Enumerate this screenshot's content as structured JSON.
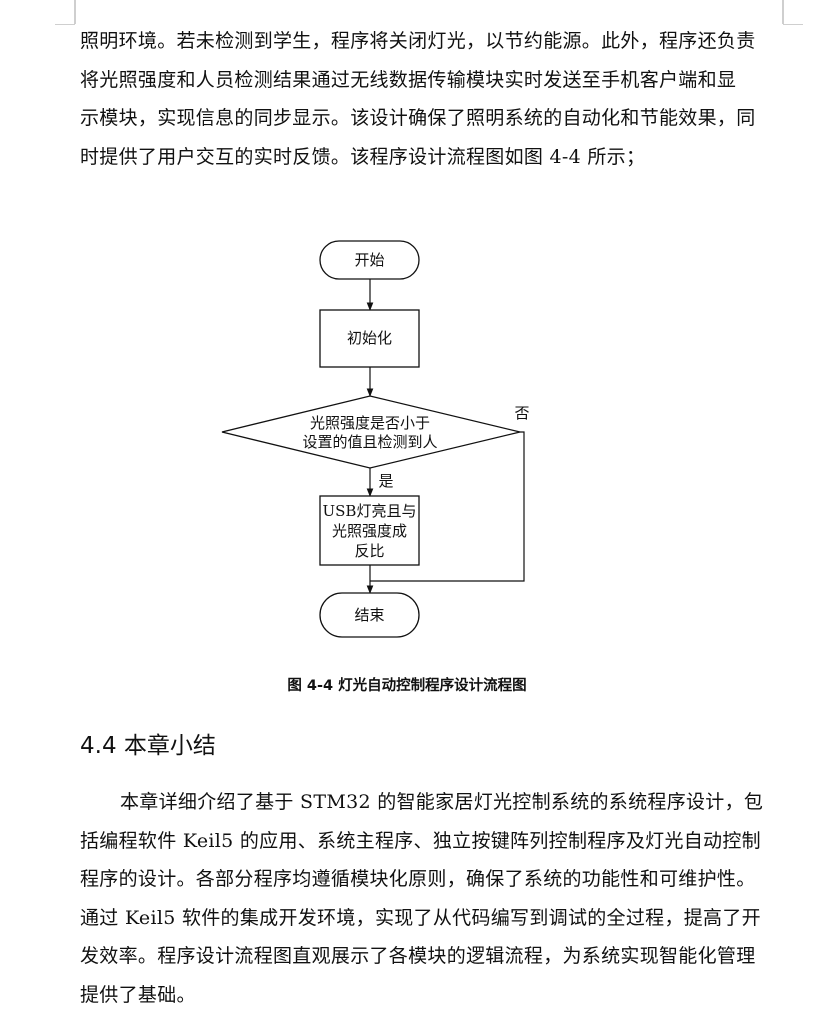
{
  "paragraph_1": [
    "照明环境。若未检测到学生，程序将关闭灯光，以节约能源。此外，程序还负责",
    "将光照强度和人员检测结果通过无线数据传输模块实时发送至手机客户端和显",
    "示模块，实现信息的同步显示。该设计确保了照明系统的自动化和节能效果，同",
    "时提供了用户交互的实时反馈。该程序设计流程图如图 4-4 所示；"
  ],
  "flowchart": {
    "start": "开始",
    "init": "初始化",
    "decision_lines": [
      "光照强度是否小于",
      "设置的值且检测到人"
    ],
    "no_label": "否",
    "yes_label": "是",
    "action_lines": [
      "USB灯亮且与",
      "光照强度成",
      "反比"
    ],
    "end": "结束"
  },
  "figure_caption": "图 4-4  灯光自动控制程序设计流程图",
  "section_heading": "4.4 本章小结",
  "paragraph_2": [
    "本章详细介绍了基于 STM32 的智能家居灯光控制系统的系统程序设计，包",
    "括编程软件 Keil5 的应用、系统主程序、独立按键阵列控制程序及灯光自动控制",
    "程序的设计。各部分程序均遵循模块化原则，确保了系统的功能性和可维护性。",
    "通过 Keil5 软件的集成开发环境，实现了从代码编写到调试的全过程，提高了开",
    "发效率。程序设计流程图直观展示了各模块的逻辑流程，为系统实现智能化管理",
    "提供了基础。"
  ]
}
